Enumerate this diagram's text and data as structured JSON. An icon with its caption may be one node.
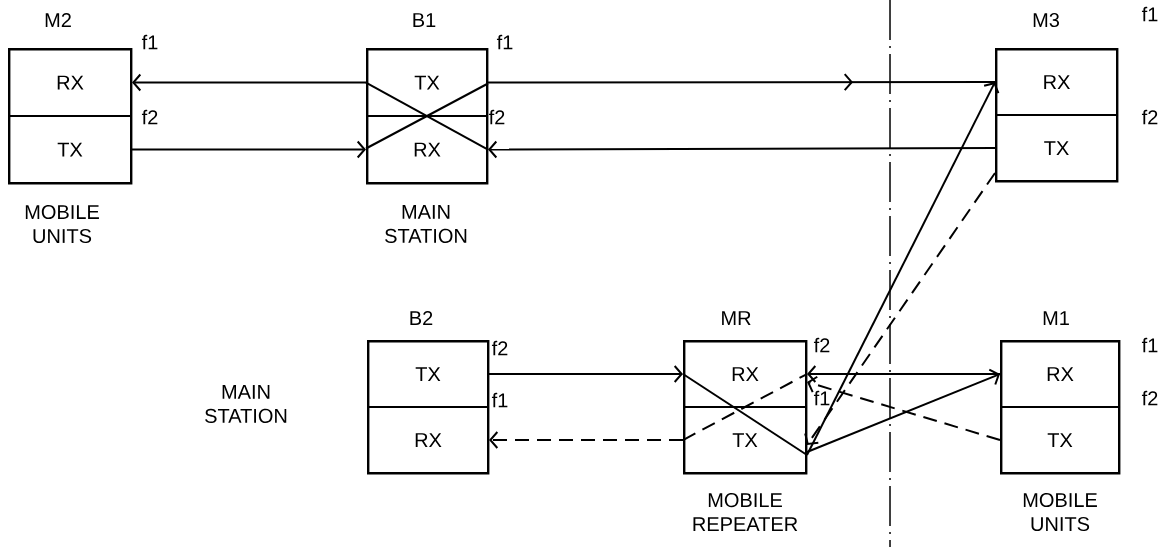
{
  "diagram": {
    "nodes": [
      {
        "text": [
          "M2"
        ],
        "beside": [
          "MOBILE UNITS"
        ]
      },
      {
        "text": [
          "RX"
        ],
        "in": 0
      },
      {
        "text": [
          "TX"
        ],
        "in": 0
      },
      {
        "text": [
          "B1"
        ],
        "beside": [
          "MAIN STATION"
        ]
      },
      {
        "text": [
          "TX"
        ],
        "in": 3
      },
      {
        "text": [
          "RX"
        ],
        "in": 3
      },
      {
        "text": [
          "M3"
        ]
      },
      {
        "text": [
          "RX"
        ],
        "in": 6
      },
      {
        "text": [
          "TX"
        ],
        "in": 6
      },
      {
        "text": [
          "B2"
        ]
      },
      {
        "text": [
          "TX"
        ],
        "in": 9
      },
      {
        "text": [
          "RX"
        ],
        "in": 9
      },
      {
        "text": [
          "MR"
        ],
        "beside": [
          "MOBILE REPEATER"
        ]
      },
      {
        "text": [
          "RX"
        ],
        "in": 12
      },
      {
        "text": [
          "TX"
        ],
        "in": 12
      },
      {
        "text": [
          "M1"
        ],
        "beside": [
          "MOBILE UNITS"
        ]
      },
      {
        "text": [
          "RX"
        ],
        "in": 15
      },
      {
        "text": [
          "TX"
        ],
        "in": 15
      }
    ],
    "edges": [
      {
        "from": 4,
        "to": 1,
        "arrow": "to"
      },
      {
        "from": 2,
        "to": 5,
        "arrow": "to"
      },
      {
        "from": 4,
        "to": 7,
        "arrow": "to"
      },
      {
        "from": 8,
        "to": 5,
        "arrow": "to"
      },
      {
        "from": 10,
        "to": 13,
        "arrow": "to"
      },
      {
        "from": 14,
        "to": 11,
        "arrow": "to",
        "style": "dashed"
      },
      {
        "from": 14,
        "to": 7,
        "arrow": "to"
      },
      {
        "from": 8,
        "to": 14,
        "arrow": "to",
        "style": "dashed"
      },
      {
        "from": 14,
        "to": 16,
        "arrow": "to"
      },
      {
        "from": 16,
        "to": 13,
        "arrow": "to"
      },
      {
        "from": 17,
        "to": 13,
        "arrow": "to",
        "style": "dashed"
      },
      {
        "from": 4,
        "to": 5,
        "arrow": "none"
      },
      {
        "from": 13,
        "to": 14,
        "arrow": "none"
      },
      {
        "from": 14,
        "to": 13,
        "arrow": "none",
        "style": "dashed"
      }
    ],
    "labels": [
      "MAIN STATION",
      "f1",
      "f2",
      "f1",
      "f2",
      "f1",
      "f2",
      "f2",
      "f1",
      "f2",
      "f1",
      "f1",
      "f2"
    ]
  }
}
